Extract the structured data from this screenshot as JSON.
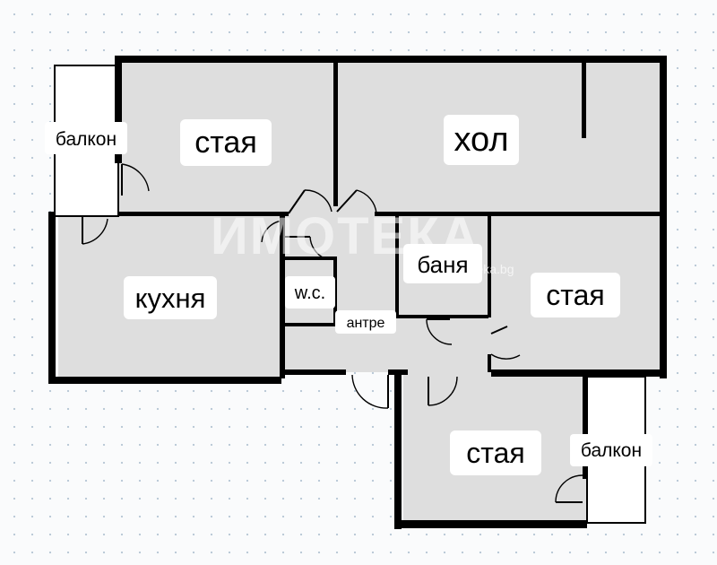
{
  "floor_plan": {
    "rooms": {
      "balcony_left": "балкон",
      "room_top": "стая",
      "living": "хол",
      "kitchen": "кухня",
      "wc": "w.c.",
      "bathroom": "баня",
      "hallway": "антре",
      "room_right": "стая",
      "room_bottom": "стая",
      "balcony_right": "балкон"
    },
    "watermark": {
      "brand": "ИМОТЕКА",
      "domain": "imoteka.bg"
    },
    "colors": {
      "room_fill": "#dedede",
      "wall": "#000000",
      "label_background": "#ffffff",
      "page_background": "#fafbfc"
    }
  }
}
